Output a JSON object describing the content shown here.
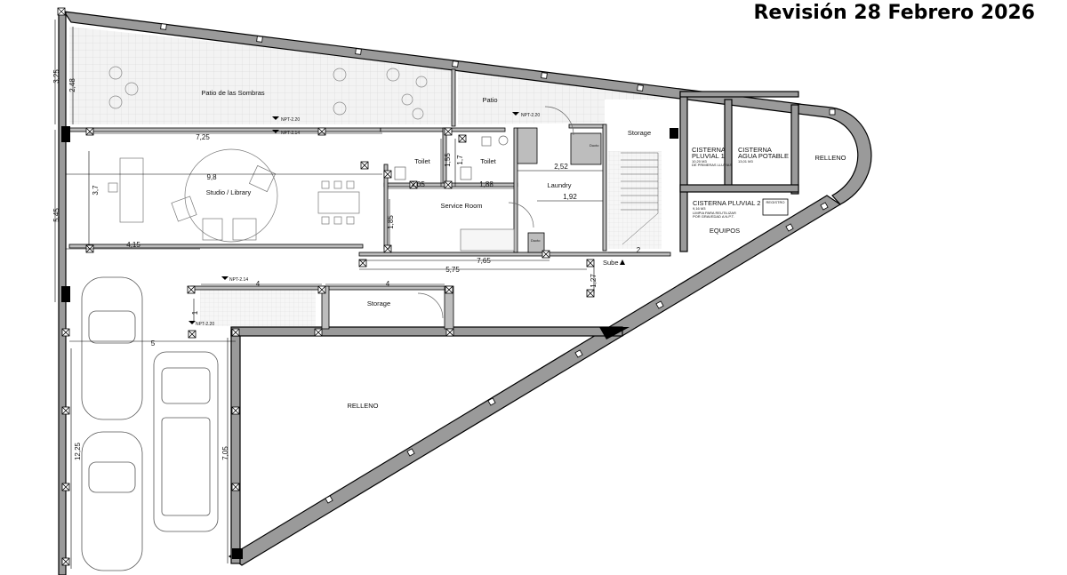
{
  "header": {
    "revision": "Revisión 28 Febrero 2026"
  },
  "rooms": {
    "patio_sombras": "Patio de las Sombras",
    "patio": "Patio",
    "storage_top": "Storage",
    "toilet_1": "Toilet",
    "toilet_2": "Toilet",
    "studio": "Studio / Library",
    "laundry": "Laundry",
    "service_room": "Service Room",
    "cisterna_pluvial_1": [
      "CISTERNA",
      "PLUVIAL 1"
    ],
    "cisterna_agua": [
      "CISTERNA",
      "AGUA POTABLE"
    ],
    "relleno_right": "RELLENO",
    "cisterna_pluvial_2": "CISTERNA PLUVIAL 2",
    "equipos": "EQUIPOS",
    "storage_bottom": "Storage",
    "relleno_bottom": "RELLENO",
    "sube": "Sube",
    "ducto_1": "Ducto",
    "ducto_2": "Ducto"
  },
  "notes": {
    "cisterna_1_volume": "10,20 M3",
    "cisterna_1_note": "DE PRIMERAS LLUVIAS",
    "cisterna_2_volume": "13,01 M3",
    "cisterna_p2_volume": "9,16 M3",
    "cisterna_p2_note_1": "LIMPIA PARA REUTILIZAR",
    "cisterna_p2_note_2": "POR GRAVEDAD A N.P.T.",
    "registro": "REGISTRO"
  },
  "levels": {
    "npt_1": "NPT-2.20",
    "npt_2": "NPT-2.14",
    "npt_3": "NPT-2.20",
    "npt_4": "NPT-2.14",
    "npt_5": "NPT-2.20"
  },
  "dimensions": {
    "d_325": "3,25",
    "d_248": "2,48",
    "d_725": "7,25",
    "d_98": "9,8",
    "d_37": "3,7",
    "d_545": "5,45",
    "d_415": "4,15",
    "d_155": "1,55",
    "d_17": "1,7",
    "d_205": "2,05",
    "d_188": "1,88",
    "d_252": "2,52",
    "d_192": "1,92",
    "d_185": "1,85",
    "d_765": "7,65",
    "d_575": "5,75",
    "d_2": "2",
    "d_127": "1,27",
    "d_4a": "4",
    "d_4b": "4",
    "d_1": "1",
    "d_5": "5",
    "d_1225": "12,25",
    "d_705": "7,05"
  }
}
